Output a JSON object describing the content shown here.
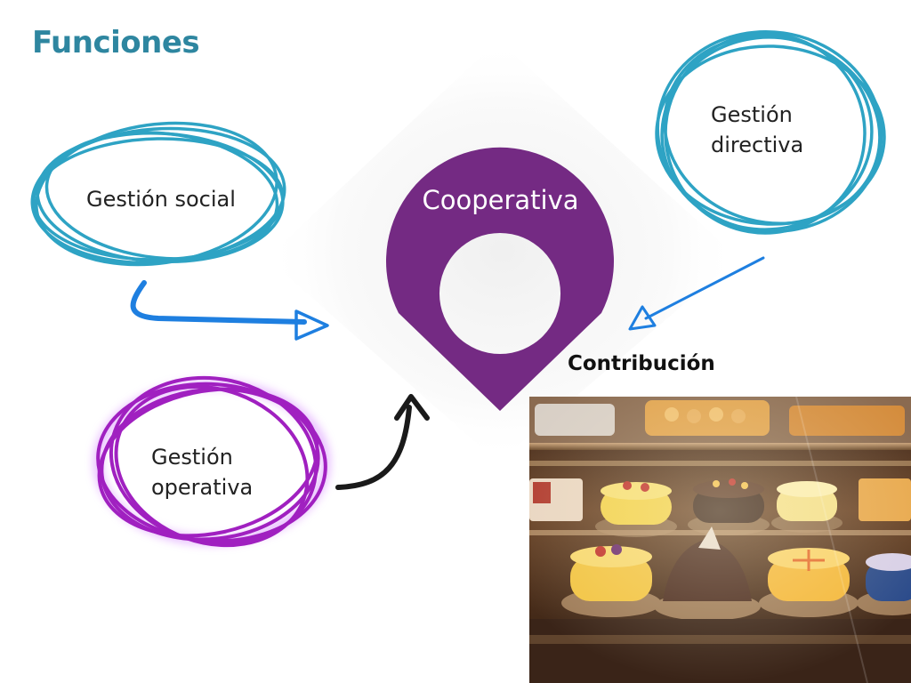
{
  "title": "Funciones",
  "nodes": {
    "center": "Cooperativa",
    "social": "Gestión social",
    "directiva": "Gestión directiva",
    "operativa": "Gestión operativa"
  },
  "contribution_label": "Contribución",
  "colors": {
    "title": "#2e86a0",
    "teal_ring": "#2ea3c4",
    "purple_ring": "#a020c0",
    "pin": "#742a83",
    "arrow_blue": "#1e7fe0",
    "arrow_dark": "#1a1a1a"
  },
  "icons": {
    "pin": "map-pin-icon",
    "photo": "pastry-display-case"
  }
}
